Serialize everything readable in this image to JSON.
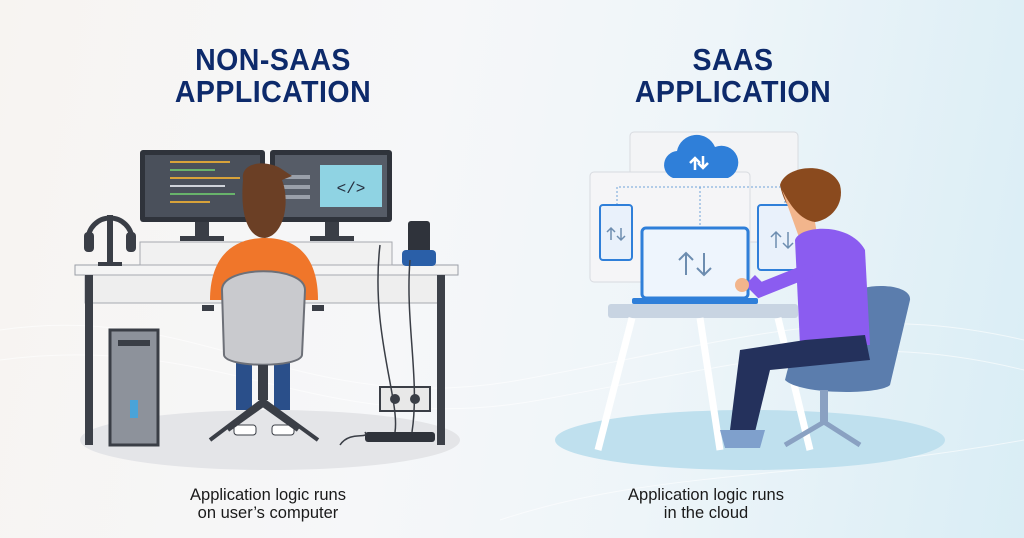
{
  "left_panel": {
    "title_line1": "NON-SAAS",
    "title_line2": "APPLICATION",
    "caption_line1": "Application logic runs",
    "caption_line2": "on user’s computer",
    "code_tag": "</>"
  },
  "right_panel": {
    "title_line1": "SAAS",
    "title_line2": "APPLICATION",
    "caption_line1": "Application logic runs",
    "caption_line2": "in the cloud"
  },
  "colors": {
    "heading": "#0d2a6b",
    "cloud": "#2f7fd9",
    "hoodie": "#f0762a",
    "shirt": "#8b5cf0"
  }
}
